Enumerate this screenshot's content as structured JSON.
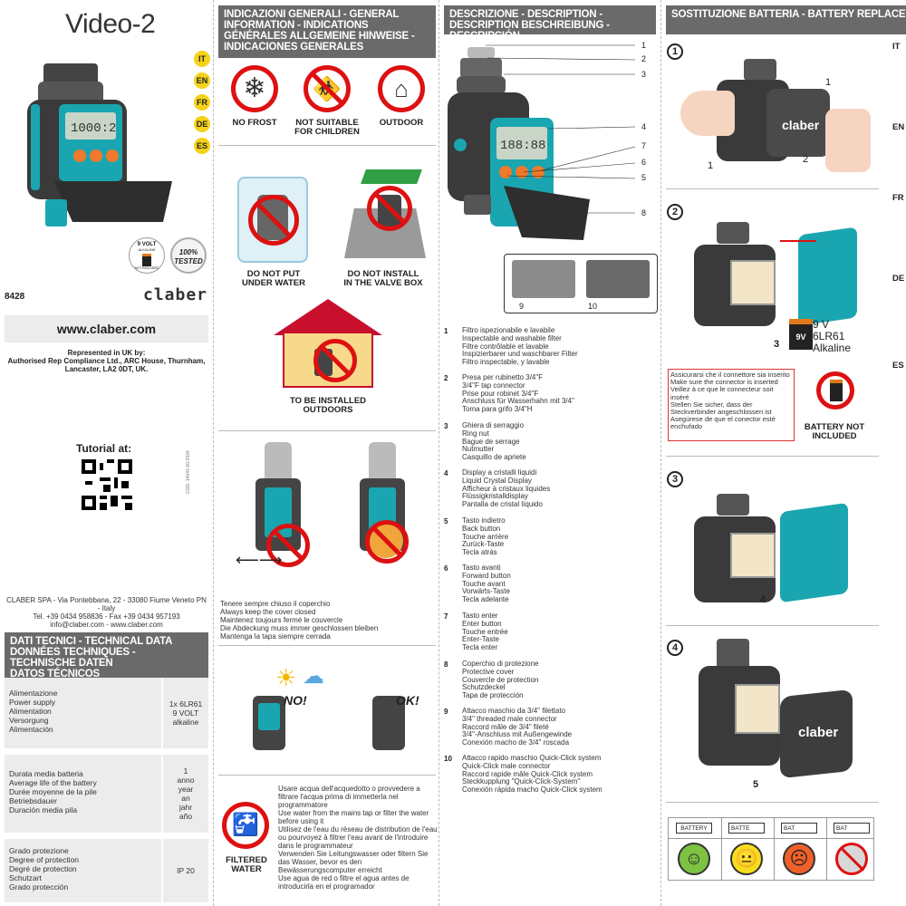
{
  "col1": {
    "title": "Video-2",
    "langs": [
      "IT",
      "EN",
      "FR",
      "DE",
      "ES"
    ],
    "battery_badge": {
      "volt": "9 VOLT",
      "type": "ALKALINE",
      "note": "NOT INCLUDED"
    },
    "tested_badge": "100% TESTED",
    "code": "8428",
    "brand": "claber",
    "website": "www.claber.com",
    "uk_rep": "Represented in UK by:\nAuthorised Rep Compliance Ltd., ARC House, Thurnham,\nLancaster, LA2 0DT, UK.",
    "tutorial": "Tutorial at:",
    "side_code": "COD. 14041-00-2024",
    "address": "CLABER SPA - Via Pontebbana, 22 - 33080 Fiume Veneto PN - Italy\nTel. +39 0434 958836 - Fax +39 0434 957193\ninfo@claber.com - www.claber.com",
    "tech_header": "DATI TECNICI - TECHNICAL DATA\nDONNÉES TECHNIQUES - TECHNISCHE DATEN\nDATOS TÉCNICOS",
    "tech_rows": [
      {
        "label": "Alimentazione\nPower supply\nAlimentation\nVersorgung\nAlimentación",
        "value": "1x 6LR61\n9 VOLT\nalkaline"
      },
      {
        "label": "Durata media batteria\nAverage life of the battery\nDurée moyenne de la pile\nBetriebsdauer\nDuración media pila",
        "value": "1\nanno\nyear\nan\njahr\naño"
      },
      {
        "label": "Grado protezione\nDegree of protection\nDegré de protection\nSchutzart\nGrado protección",
        "value": "IP 20"
      }
    ]
  },
  "col2": {
    "header": "INDICAZIONI GENERALI - GENERAL INFORMATION - INDICATIONS GÉNÉRALES ALLGEMEINE HINWEISE - INDICACIONES GENERALES",
    "no_frost": "NO FROST",
    "not_children": "NOT SUITABLE\nFOR CHILDREN",
    "outdoor": "OUTDOOR",
    "not_water": "DO NOT PUT\nUNDER WATER",
    "not_valvebox": "DO NOT INSTALL\nIN THE VALVE BOX",
    "installed_outdoors": "TO BE INSTALLED\nOUTDOORS",
    "cover_text": "Tenere sempre chiuso il coperchio\nAlways keep the cover closed\nMaintenez toujours fermé le couvercle\nDie Abdeckung muss immer geschlossen bleiben\nMantenga la tapa siempre cerrada",
    "no": "NO!",
    "ok": "OK!",
    "filtered": "FILTERED\nWATER",
    "filter_text": "Usare acqua dell'acquedotto o provvedere a filtrare l'acqua prima di immetterla nel programmatore\nUse water from the mains tap or filter the water before using it\nUtilisez de l'eau du réseau de distribution de l'eau ou pourvoyez à filtrer l'eau avant de l'introduire dans le programmateur\nVerwenden Sie Leitungswasser oder filtern Sie das Wasser, bevor es den Bewässerungscomputer erreicht\nUse agua de red o filtre el agua antes de introducirla en el programador"
  },
  "col3": {
    "header": "DESCRIZIONE - DESCRIPTION - DESCRIPTION BESCHREIBUNG - DESCRIPCIÓN",
    "callouts": [
      "1",
      "2",
      "3",
      "4",
      "7",
      "6",
      "5",
      "8"
    ],
    "detail_labels": [
      "9",
      "10"
    ],
    "display": "188:88",
    "items": [
      {
        "n": "1",
        "t": "Filtro ispezionabile e lavabile\nInspectable and washable filter\nFiltre contrôlable et lavable\nInspizierbarer und waschbarer Filter\nFiltro inspectable, y lavable"
      },
      {
        "n": "2",
        "t": "Presa per rubinetto 3/4\"F\n3/4\"F tap connector\nPrise pour robinet 3/4\"F\nAnschluss für Wasserhahn mit 3/4\"\nToma para grifo 3/4\"H"
      },
      {
        "n": "3",
        "t": "Ghiera di serraggio\nRing nut\nBague de serrage\nNutmutter\nCasquillo de apriete"
      },
      {
        "n": "4",
        "t": "Display a cristalli liquidi\nLiquid Crystal Display\nAfficheur à cristaux liquides\nFlüssigkristalldisplay\nPantalla de cristal líquido"
      },
      {
        "n": "5",
        "t": "Tasto indietro\nBack button\nTouche arrière\nZurück-Taste\nTecla atrás"
      },
      {
        "n": "6",
        "t": "Tasto avanti\nForward button\nTouche avant\nVorwärts-Taste\nTecla adelante"
      },
      {
        "n": "7",
        "t": "Tasto enter\nEnter button\nTouche entrée\nEnter-Taste\nTecla enter"
      },
      {
        "n": "8",
        "t": "Coperchio di protezione\nProtective cover\nCouvercle de protection\nSchutzdeckel\nTapa de protección"
      },
      {
        "n": "9",
        "t": "Attacco maschio da 3/4\" filettato\n3/4\" threaded male connector\nRaccord mâle de 3/4\" fileté\n3/4\"-Anschluss mit Außengewinde\nConexión macho de 3/4\" roscada"
      },
      {
        "n": "10",
        "t": "Attacco rapido maschio Quick-Click system\nQuick-Click male connector\nRaccord rapide mâle Quick-Click system\nSteckkupplung \"Quick-Click-System\"\nConexión rápida macho Quick-Click system"
      }
    ]
  },
  "col4": {
    "header": "SOSTITUZIONE BATTERIA - BATTERY REPLACEMENT - REMPLACEMENT DE LA PILE AUSWECHSELN DER BATTERIEN - CAMBIO DE LA PILA",
    "steps": [
      "1",
      "2",
      "3",
      "4"
    ],
    "arrows_step1": [
      "1",
      "1",
      "2"
    ],
    "arrow_step2": "3",
    "arrow_step3": "4",
    "arrow_step4": "5",
    "battery_spec": "9 V\n6LR61\nAlkaline",
    "battery_label": "9V",
    "connector_note": "Assicurarsi che il connettore sia inserito\nMake sure the connector is inserted\nVeillez à ce que le connecteur soit inséré\nStellen Sie sicher, dass der Steckverbinder angeschlossen ist\nAsegúrese de que el conector esté enchufado",
    "not_included": "BATTERY NOT\nINCLUDED",
    "side_langs": [
      "IT",
      "EN",
      "FR",
      "DE",
      "ES"
    ],
    "battery_levels": [
      "BATTERY",
      "BATTE",
      "BAT",
      "BAT"
    ],
    "faces": [
      "☺",
      "😐",
      "☹",
      ""
    ],
    "colors": {
      "green": "#7dc243",
      "yellow": "#f5dc1e",
      "red": "#f0602a",
      "gray": "#d8d8d8"
    }
  },
  "colors": {
    "header": "#6a6a6a",
    "accent": "#1aa6b0",
    "forbid": "#d11111",
    "lang": "#f5d21a"
  }
}
